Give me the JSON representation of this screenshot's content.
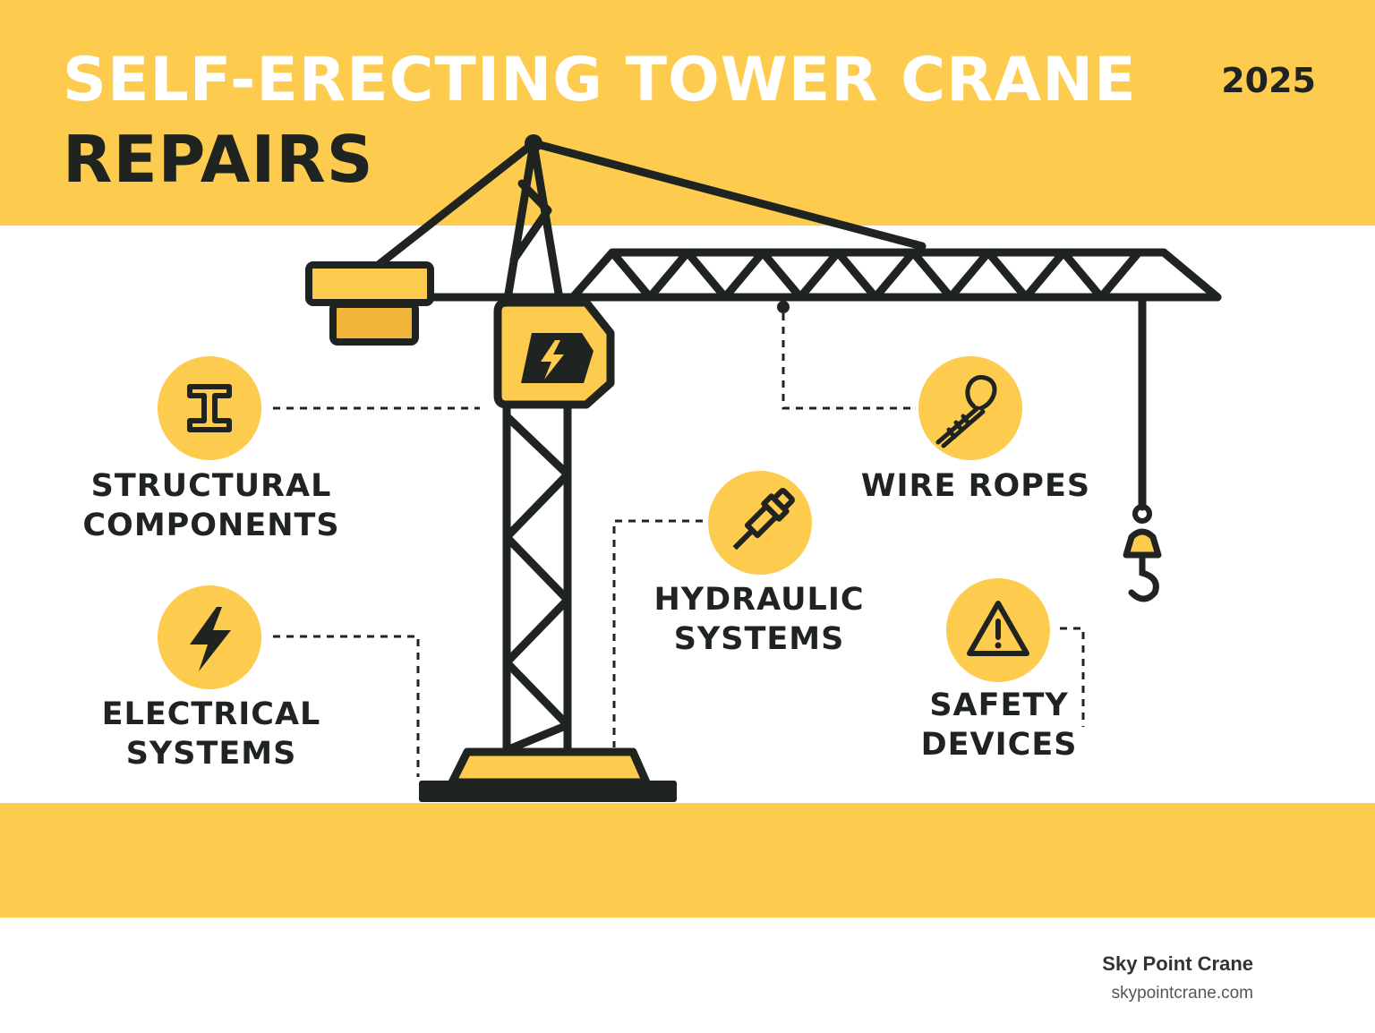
{
  "header": {
    "title_line1": "SELF-ERECTING TOWER CRANE",
    "title_line2": "REPAIRS",
    "year": "2025"
  },
  "categories": [
    {
      "id": "structural",
      "line1": "STRUCTURAL",
      "line2": "COMPONENTS",
      "icon": "i-beam-icon"
    },
    {
      "id": "electrical",
      "line1": "ELECTRICAL",
      "line2": "SYSTEMS",
      "icon": "lightning-bolt-icon"
    },
    {
      "id": "hydraulic",
      "line1": "HYDRAULIC",
      "line2": "SYSTEMS",
      "icon": "hydraulic-cylinder-icon"
    },
    {
      "id": "wire-ropes",
      "line1": "WIRE ROPES",
      "icon": "wire-rope-icon"
    },
    {
      "id": "safety",
      "line1": "SAFETY",
      "line2": "DEVICES",
      "icon": "warning-triangle-icon"
    }
  ],
  "footer": {
    "brand": "Sky Point Crane",
    "url": "skypointcrane.com"
  },
  "colors": {
    "accent_yellow": "#FDCB4E",
    "dark": "#1F2421",
    "title_white": "#FFFFFF"
  }
}
